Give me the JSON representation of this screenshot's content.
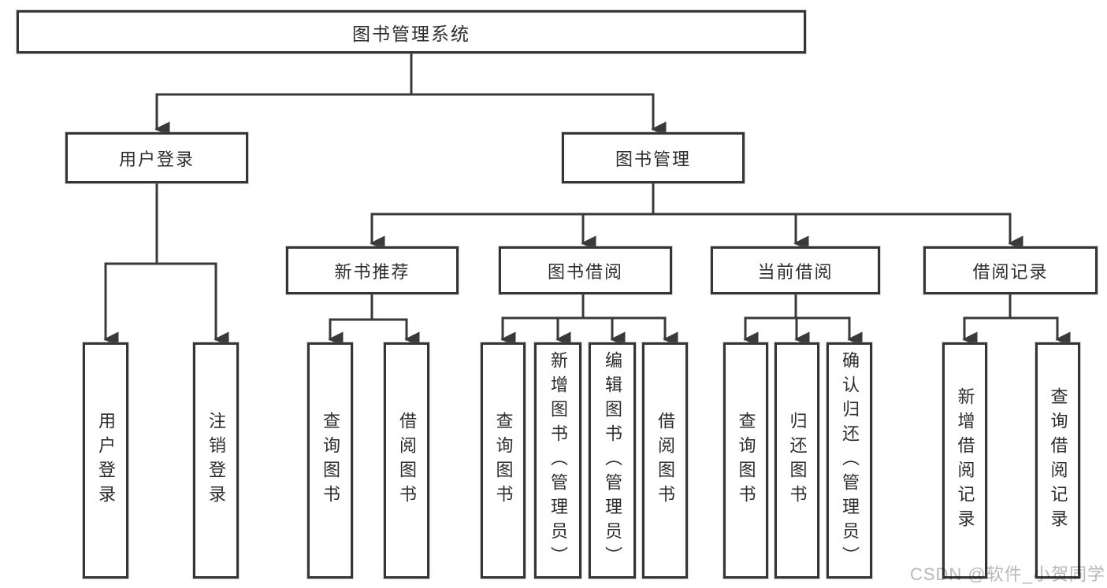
{
  "diagram": {
    "root": {
      "label": "图书管理系统"
    },
    "branches": [
      {
        "label": "用户登录",
        "children": [
          {
            "label": "用户登录"
          },
          {
            "label": "注销登录"
          }
        ]
      },
      {
        "label": "图书管理",
        "children": [
          {
            "label": "新书推荐",
            "children": [
              {
                "label": "查询图书"
              },
              {
                "label": "借阅图书"
              }
            ]
          },
          {
            "label": "图书借阅",
            "children": [
              {
                "label": "查询图书"
              },
              {
                "label": "新增图书（管理员）"
              },
              {
                "label": "编辑图书（管理员）"
              },
              {
                "label": "借阅图书"
              }
            ]
          },
          {
            "label": "当前借阅",
            "children": [
              {
                "label": "查询图书"
              },
              {
                "label": "归还图书"
              },
              {
                "label": "确认归还（管理员）"
              }
            ]
          },
          {
            "label": "借阅记录",
            "children": [
              {
                "label": "新增借阅记录"
              },
              {
                "label": "查询借阅记录"
              }
            ]
          }
        ]
      }
    ]
  },
  "watermark": {
    "text": "CSDN @软件_小贺同学"
  },
  "colors": {
    "line": "#3a3a3a",
    "box_border": "#353535",
    "text": "#2d2d2d",
    "watermark": "#b8b8b8",
    "background": "#ffffff"
  }
}
